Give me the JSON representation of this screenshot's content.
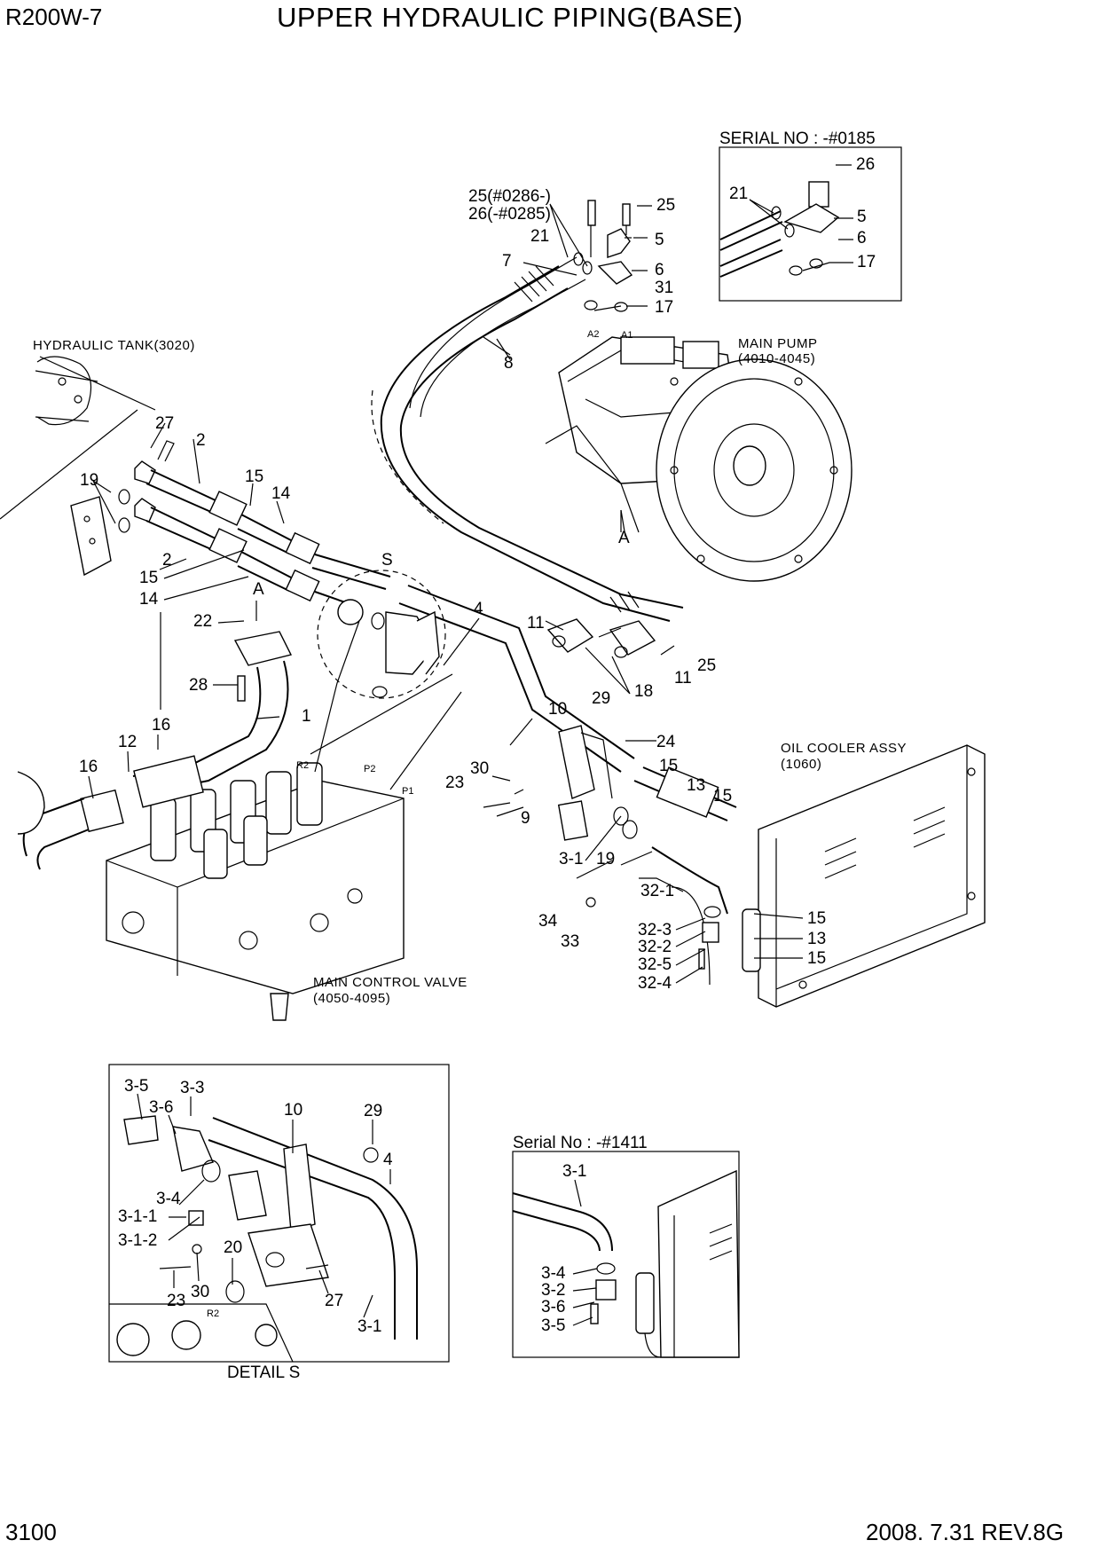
{
  "header": {
    "model": "R200W-7",
    "title": "UPPER HYDRAULIC PIPING(BASE)"
  },
  "footer": {
    "page_number": "3100",
    "revision": "2008. 7.31  REV.8G"
  },
  "component_labels": {
    "hydraulic_tank": "HYDRAULIC TANK(3020)",
    "main_pump": "MAIN PUMP",
    "main_pump_ref": "(4010-4045)",
    "oil_cooler": "OIL COOLER ASSY",
    "oil_cooler_ref": "(1060)",
    "main_control_valve": "MAIN CONTROL VALVE",
    "main_control_valve_ref": "(4050-4095)"
  },
  "inset_titles": {
    "serial_top": "SERIAL NO : -#0185",
    "serial_bottom": "Serial No : -#1411",
    "detail": "DETAIL  S"
  },
  "port_markers": [
    "S",
    "A",
    "A",
    "A2",
    "A1",
    "R2",
    "P2",
    "P1",
    "R2"
  ],
  "callouts": {
    "main": [
      "27",
      "2",
      "19",
      "15",
      "14",
      "2",
      "15",
      "14",
      "22",
      "28",
      "1",
      "16",
      "12",
      "16",
      "4",
      "11",
      "11",
      "25",
      "18",
      "29",
      "24",
      "10",
      "30",
      "23",
      "9",
      "3-1",
      "19",
      "15",
      "13",
      "15",
      "32-1",
      "34",
      "33",
      "32-3",
      "32-2",
      "32-5",
      "32-4",
      "15",
      "13",
      "15",
      "25(#0286-)",
      "26(-#0285)",
      "25",
      "21",
      "5",
      "7",
      "6",
      "31",
      "17",
      "8"
    ],
    "serial_top": [
      "26",
      "21",
      "5",
      "6",
      "17"
    ],
    "detail_s": [
      "3-5",
      "3-3",
      "3-6",
      "10",
      "29",
      "4",
      "3-4",
      "3-1-1",
      "3-1-2",
      "20",
      "23",
      "30",
      "27",
      "3-1"
    ],
    "serial_bottom": [
      "3-1",
      "3-4",
      "3-2",
      "3-6",
      "3-5"
    ]
  }
}
